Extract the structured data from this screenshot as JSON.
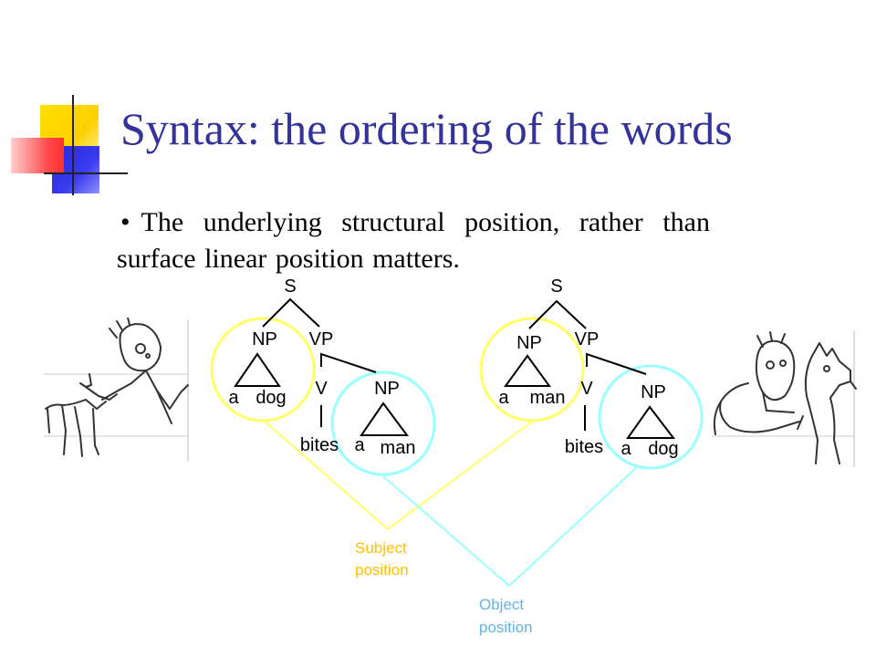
{
  "slide": {
    "title": "Syntax: the ordering of the words",
    "bullet": "The underlying structural position, rather than surface linear position matters."
  },
  "trees": [
    {
      "root": "S",
      "np": "NP",
      "vp": "VP",
      "v": "V",
      "obj_np": "NP",
      "subject_det": "a",
      "subject_noun": "dog",
      "verb": "bites",
      "object_det": "a",
      "object_noun": "man"
    },
    {
      "root": "S",
      "np": "NP",
      "vp": "VP",
      "v": "V",
      "obj_np": "NP",
      "subject_det": "a",
      "subject_noun": "man",
      "verb": "bites",
      "object_det": "a",
      "object_noun": "dog"
    }
  ],
  "labels": {
    "subject_line1": "Subject",
    "subject_line2": "position",
    "object_line1": "Object",
    "object_line2": "position"
  },
  "colors": {
    "title": "#333399",
    "subject": "#ffff66",
    "subject_label": "#ffc000",
    "object": "#99ffff",
    "object_label": "#66b3e6"
  }
}
